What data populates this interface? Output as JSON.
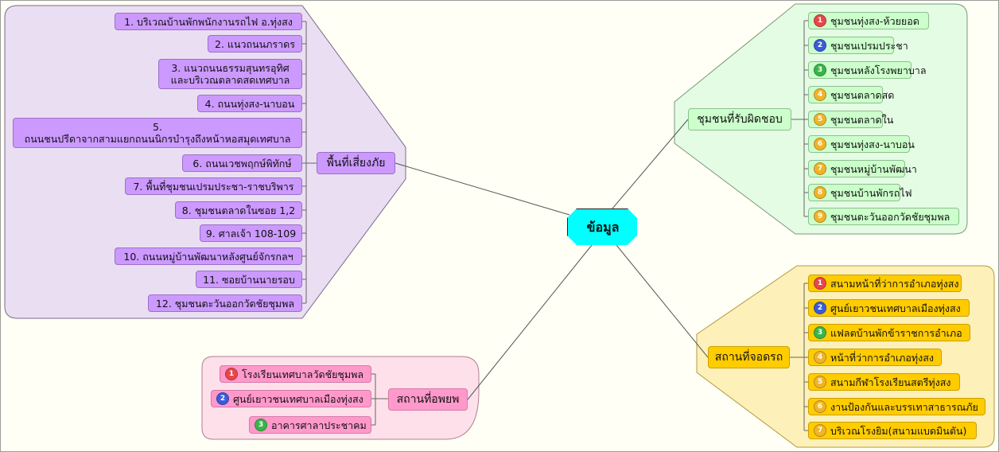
{
  "central": "ข้อมูล",
  "branches": {
    "risk": {
      "label": "พื้นที่เสี่ยงภัย",
      "items": [
        "1. บริเวณบ้านพักพนักงานรถไฟ อ.ทุ่งสง",
        "2. แนวถนนภราดร",
        "3. แนวถนนธรรมสุนทรอุทิศ",
        "และบริเวณตลาดสดเทศบาล",
        "4. ถนนทุ่งสง-นาบอน",
        "5.",
        "ถนนชนปรีดาจากสามแยกถนนนิกรบำรุงถึงหน้าหอสมุดเทศบาล",
        "6. ถนนเวชพฤกษ์พิทักษ์",
        "7. พื้นที่ชุมชนเปรมประชา-ราชบริพาร",
        "8. ชุมชนตลาดในซอย 1,2",
        "9. ศาลเจ้า 108-109",
        "10. ถนนหมู่บ้านพัฒนาหลังศูนย์จักรกลฯ",
        "11. ซอยบ้านนายรอบ",
        "12. ชุมชนตะวันออกวัดชัยชุมพล"
      ]
    },
    "community": {
      "label": "ชุมชนที่รับผิดชอบ",
      "items": [
        {
          "num": "1",
          "text": "ชุมชนทุ่งสง-ห้วยยอด"
        },
        {
          "num": "2",
          "text": "ชุมชนเปรมประชา"
        },
        {
          "num": "3",
          "text": "ชุมชนหลังโรงพยาบาล"
        },
        {
          "num": "4",
          "text": "ชุมชนตลาดสด"
        },
        {
          "num": "5",
          "text": "ชุมชนตลาดใน"
        },
        {
          "num": "6",
          "text": "ชุมชนทุ่งสง-นาบอน"
        },
        {
          "num": "7",
          "text": "ชุมชนหมู่บ้านพัฒนา"
        },
        {
          "num": "8",
          "text": "ชุมชนบ้านพักรถไฟ"
        },
        {
          "num": "9",
          "text": "ชุมชนตะวันออกวัดชัยชุมพล"
        }
      ]
    },
    "parking": {
      "label": "สถานที่จอดรถ",
      "items": [
        {
          "num": "1",
          "text": "สนามหน้าที่ว่าการอำเภอทุ่งสง"
        },
        {
          "num": "2",
          "text": "ศูนย์เยาวชนเทศบาลเมืองทุ่งสง"
        },
        {
          "num": "3",
          "text": "แฟลตบ้านพักข้าราชการอำเภอ"
        },
        {
          "num": "4",
          "text": "หน้าที่ว่าการอำเภอทุ่งสง"
        },
        {
          "num": "5",
          "text": "สนามกีฬาโรงเรียนสตรีทุ่งสง"
        },
        {
          "num": "6",
          "text": "งานป้องกันและบรรเทาสาธารณภัย"
        },
        {
          "num": "7",
          "text": "บริเวณโรงยิม(สนามแบดมินตัน)"
        }
      ]
    },
    "shelter": {
      "label": "สถานที่อพยพ",
      "items": [
        {
          "num": "1",
          "text": "โรงเรียนเทศบาลวัดชัยชุมพล"
        },
        {
          "num": "2",
          "text": "ศูนย์เยาวชนเทศบาลเมืองทุ่งสง"
        },
        {
          "num": "3",
          "text": "อาคารศาลาประชาคม"
        }
      ]
    }
  },
  "badge_colors": {
    "1": "#e8474a",
    "2": "#3a5bd9",
    "3": "#38b54a",
    "4": "#f0b429",
    "5": "#f0b429",
    "6": "#f0b429",
    "7": "#f0b429",
    "8": "#f0b429",
    "9": "#f0b429"
  }
}
